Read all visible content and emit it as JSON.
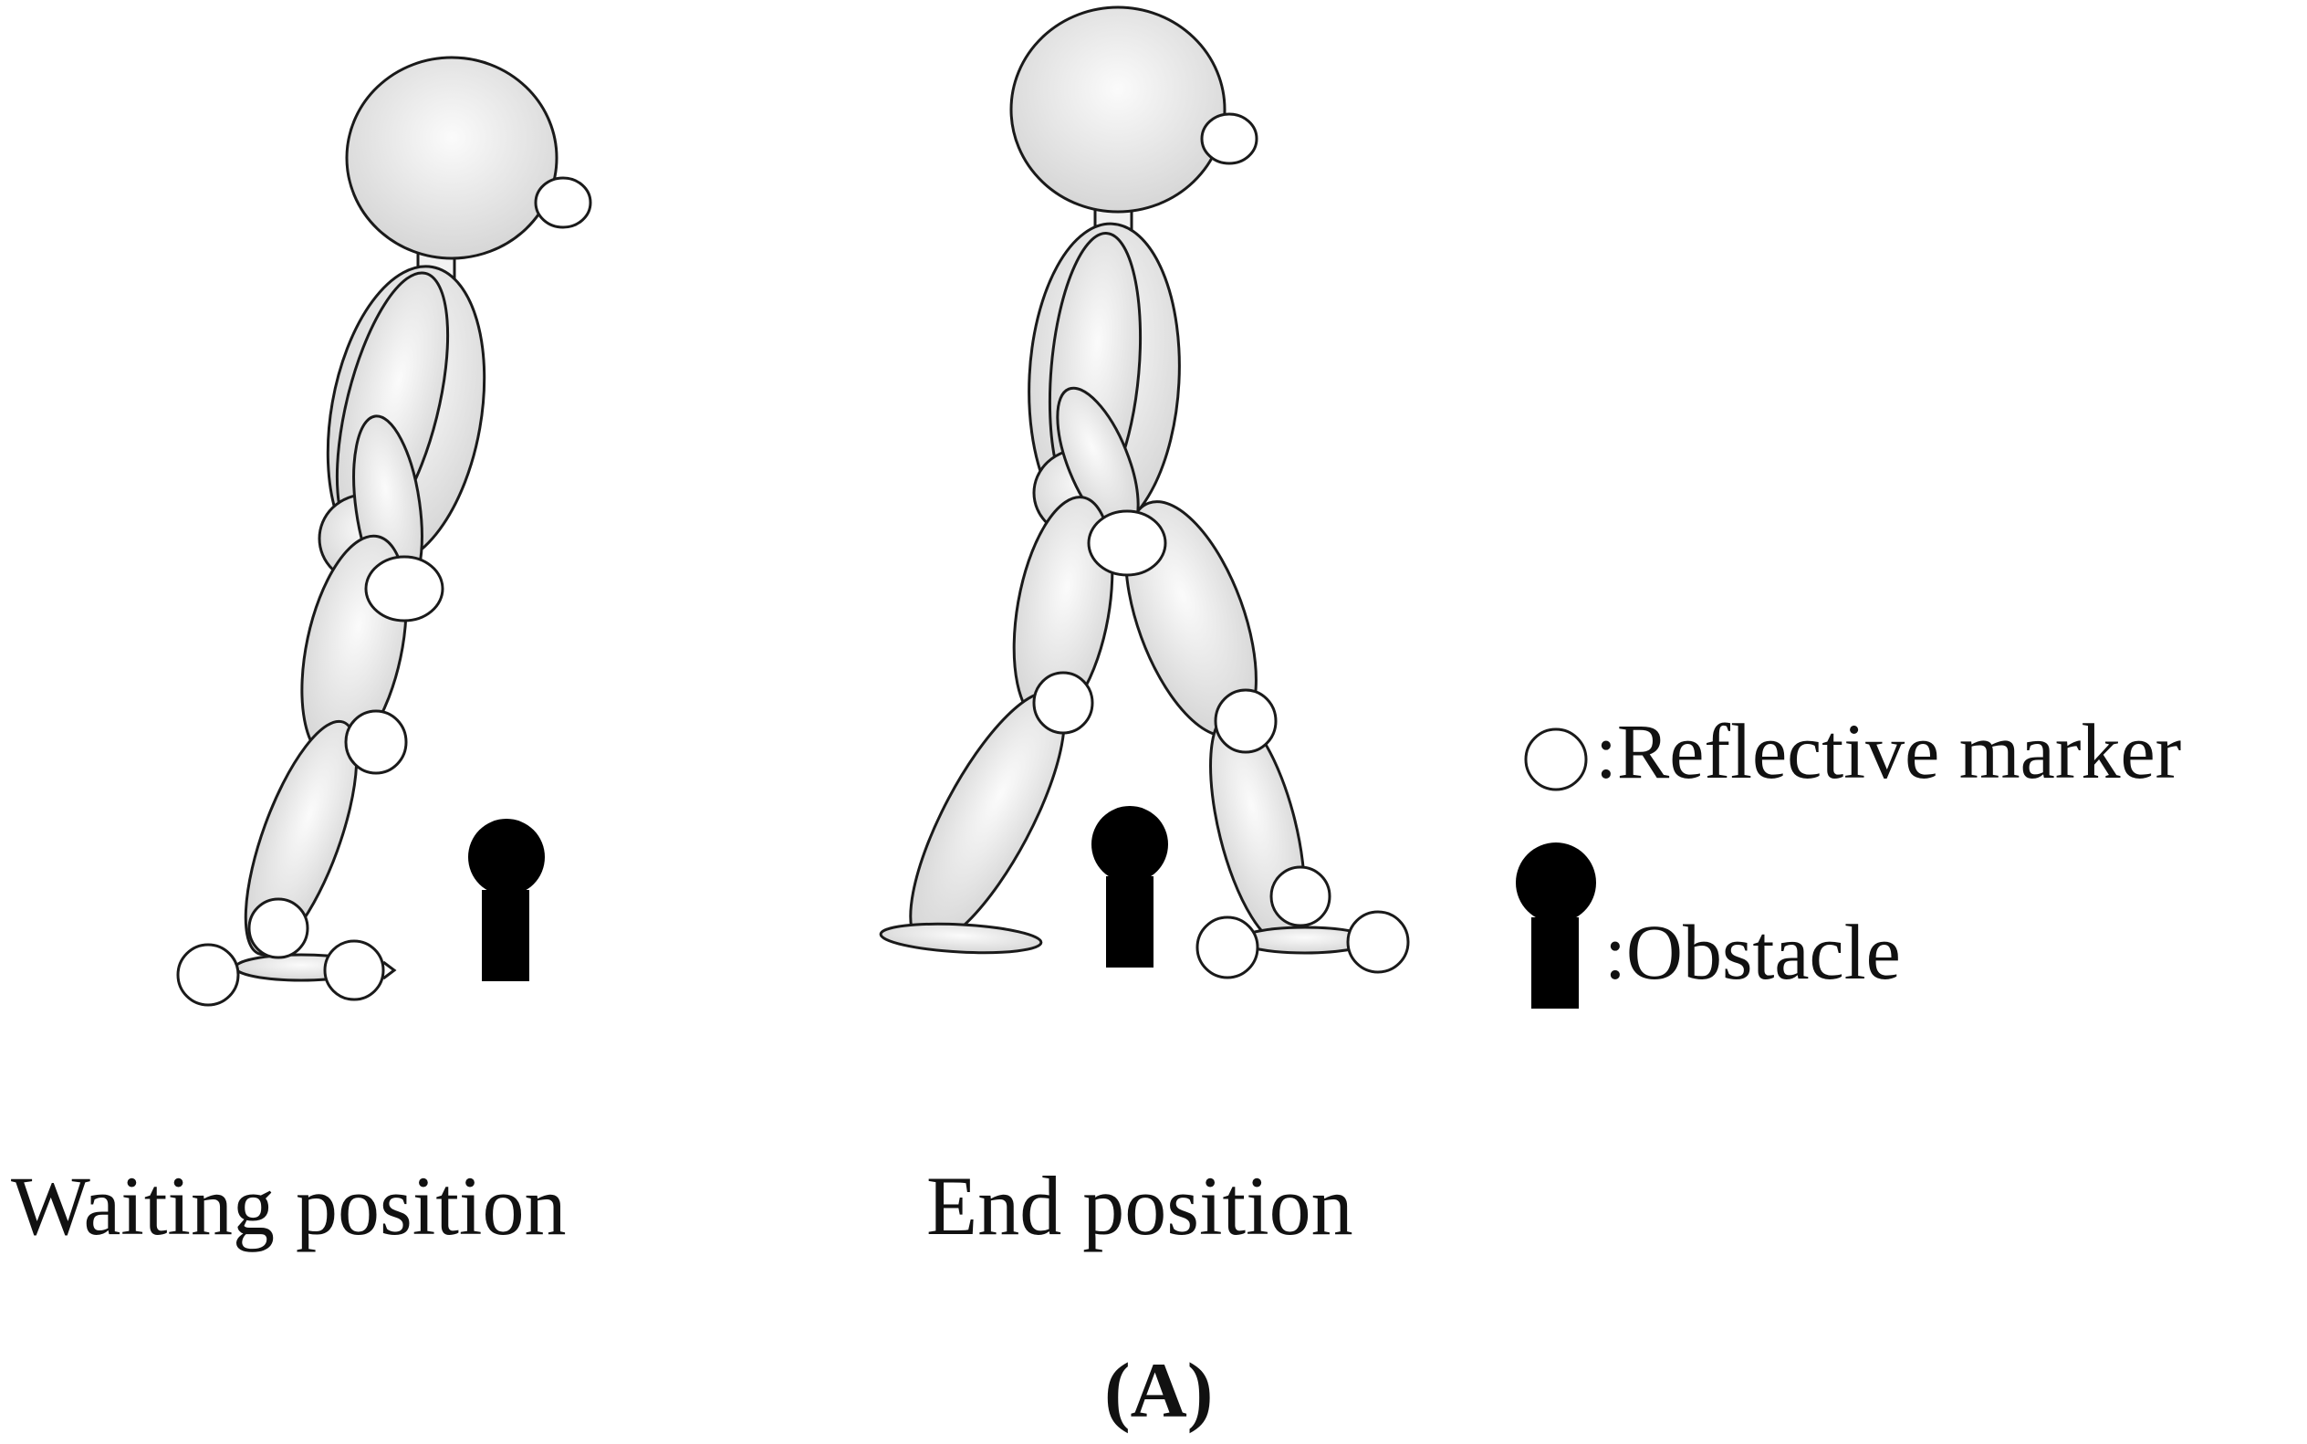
{
  "captions": {
    "waiting": "Waiting position",
    "end": "End position"
  },
  "legend": {
    "marker_label": ":Reflective marker",
    "obstacle_label": ":Obstacle"
  },
  "panel_label": "(A)",
  "colors": {
    "segment_fill_light": "#fbfbfb",
    "segment_fill_dark": "#d6d6d6",
    "outline": "#1a1a1a",
    "obstacle": "#000000",
    "marker": "#ffffff"
  }
}
